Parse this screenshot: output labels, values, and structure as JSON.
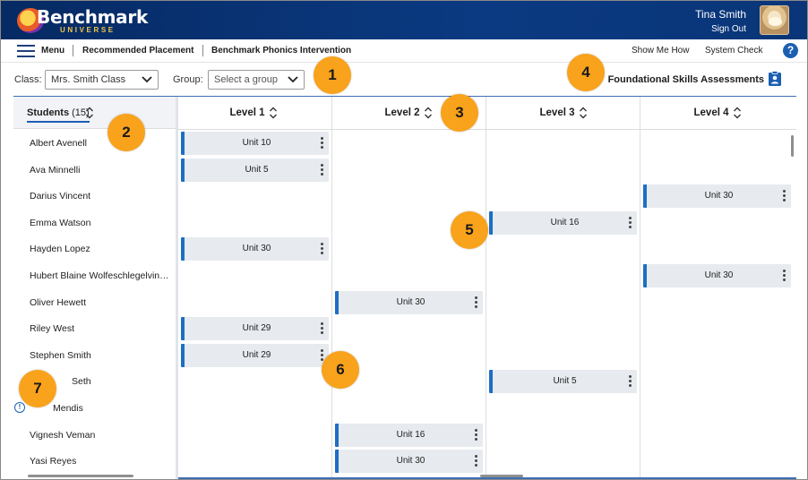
{
  "header": {
    "logo_text": "Benchmark",
    "logo_subtext": "UNIVERSE",
    "user_name": "Tina Smith",
    "sign_out": "Sign Out"
  },
  "nav": {
    "menu_label": "Menu",
    "breadcrumb": [
      "Recommended Placement",
      "Benchmark Phonics Intervention"
    ],
    "links": [
      "Show Me How",
      "System Check"
    ],
    "help_label": "?"
  },
  "filters": {
    "class_label": "Class:",
    "class_value": "Mrs. Smith Class",
    "group_label": "Group:",
    "group_placeholder": "Select a group",
    "assessments_title": "Foundational Skills Assessments"
  },
  "table": {
    "students_label": "Students",
    "students_count": "(15)",
    "levels": [
      "Level 1",
      "Level 2",
      "Level 3",
      "Level 4"
    ],
    "students": [
      {
        "name": "Albert Avenell",
        "level": 1,
        "unit": "Unit 10"
      },
      {
        "name": "Ava Minnelli",
        "level": 1,
        "unit": "Unit 5"
      },
      {
        "name": "Darius Vincent",
        "level": 4,
        "unit": "Unit 30"
      },
      {
        "name": "Emma Watson",
        "level": 3,
        "unit": "Unit 16"
      },
      {
        "name": "Hayden Lopez",
        "level": 1,
        "unit": "Unit 30"
      },
      {
        "name": "Hubert Blaine Wolfeschlegelvin…",
        "level": 4,
        "unit": "Unit 30"
      },
      {
        "name": "Oliver Hewett",
        "level": 2,
        "unit": "Unit 30"
      },
      {
        "name": "Riley West",
        "level": 1,
        "unit": "Unit 29"
      },
      {
        "name": "Stephen Smith",
        "level": 1,
        "unit": "Unit 29"
      },
      {
        "name": "Seth",
        "level": 3,
        "unit": "Unit 5"
      },
      {
        "name": "Mendis",
        "level": null,
        "unit": ""
      },
      {
        "name": "Vignesh Veman",
        "level": 2,
        "unit": "Unit 16"
      },
      {
        "name": "Yasi Reyes",
        "level": 2,
        "unit": "Unit 30"
      }
    ]
  },
  "callouts": [
    "1",
    "2",
    "3",
    "4",
    "5",
    "6",
    "7"
  ],
  "colors": {
    "header_bg": "#0b3a82",
    "accent": "#1d6fc4",
    "card_bg": "#e7eaee",
    "callout": "#f9a21b"
  }
}
